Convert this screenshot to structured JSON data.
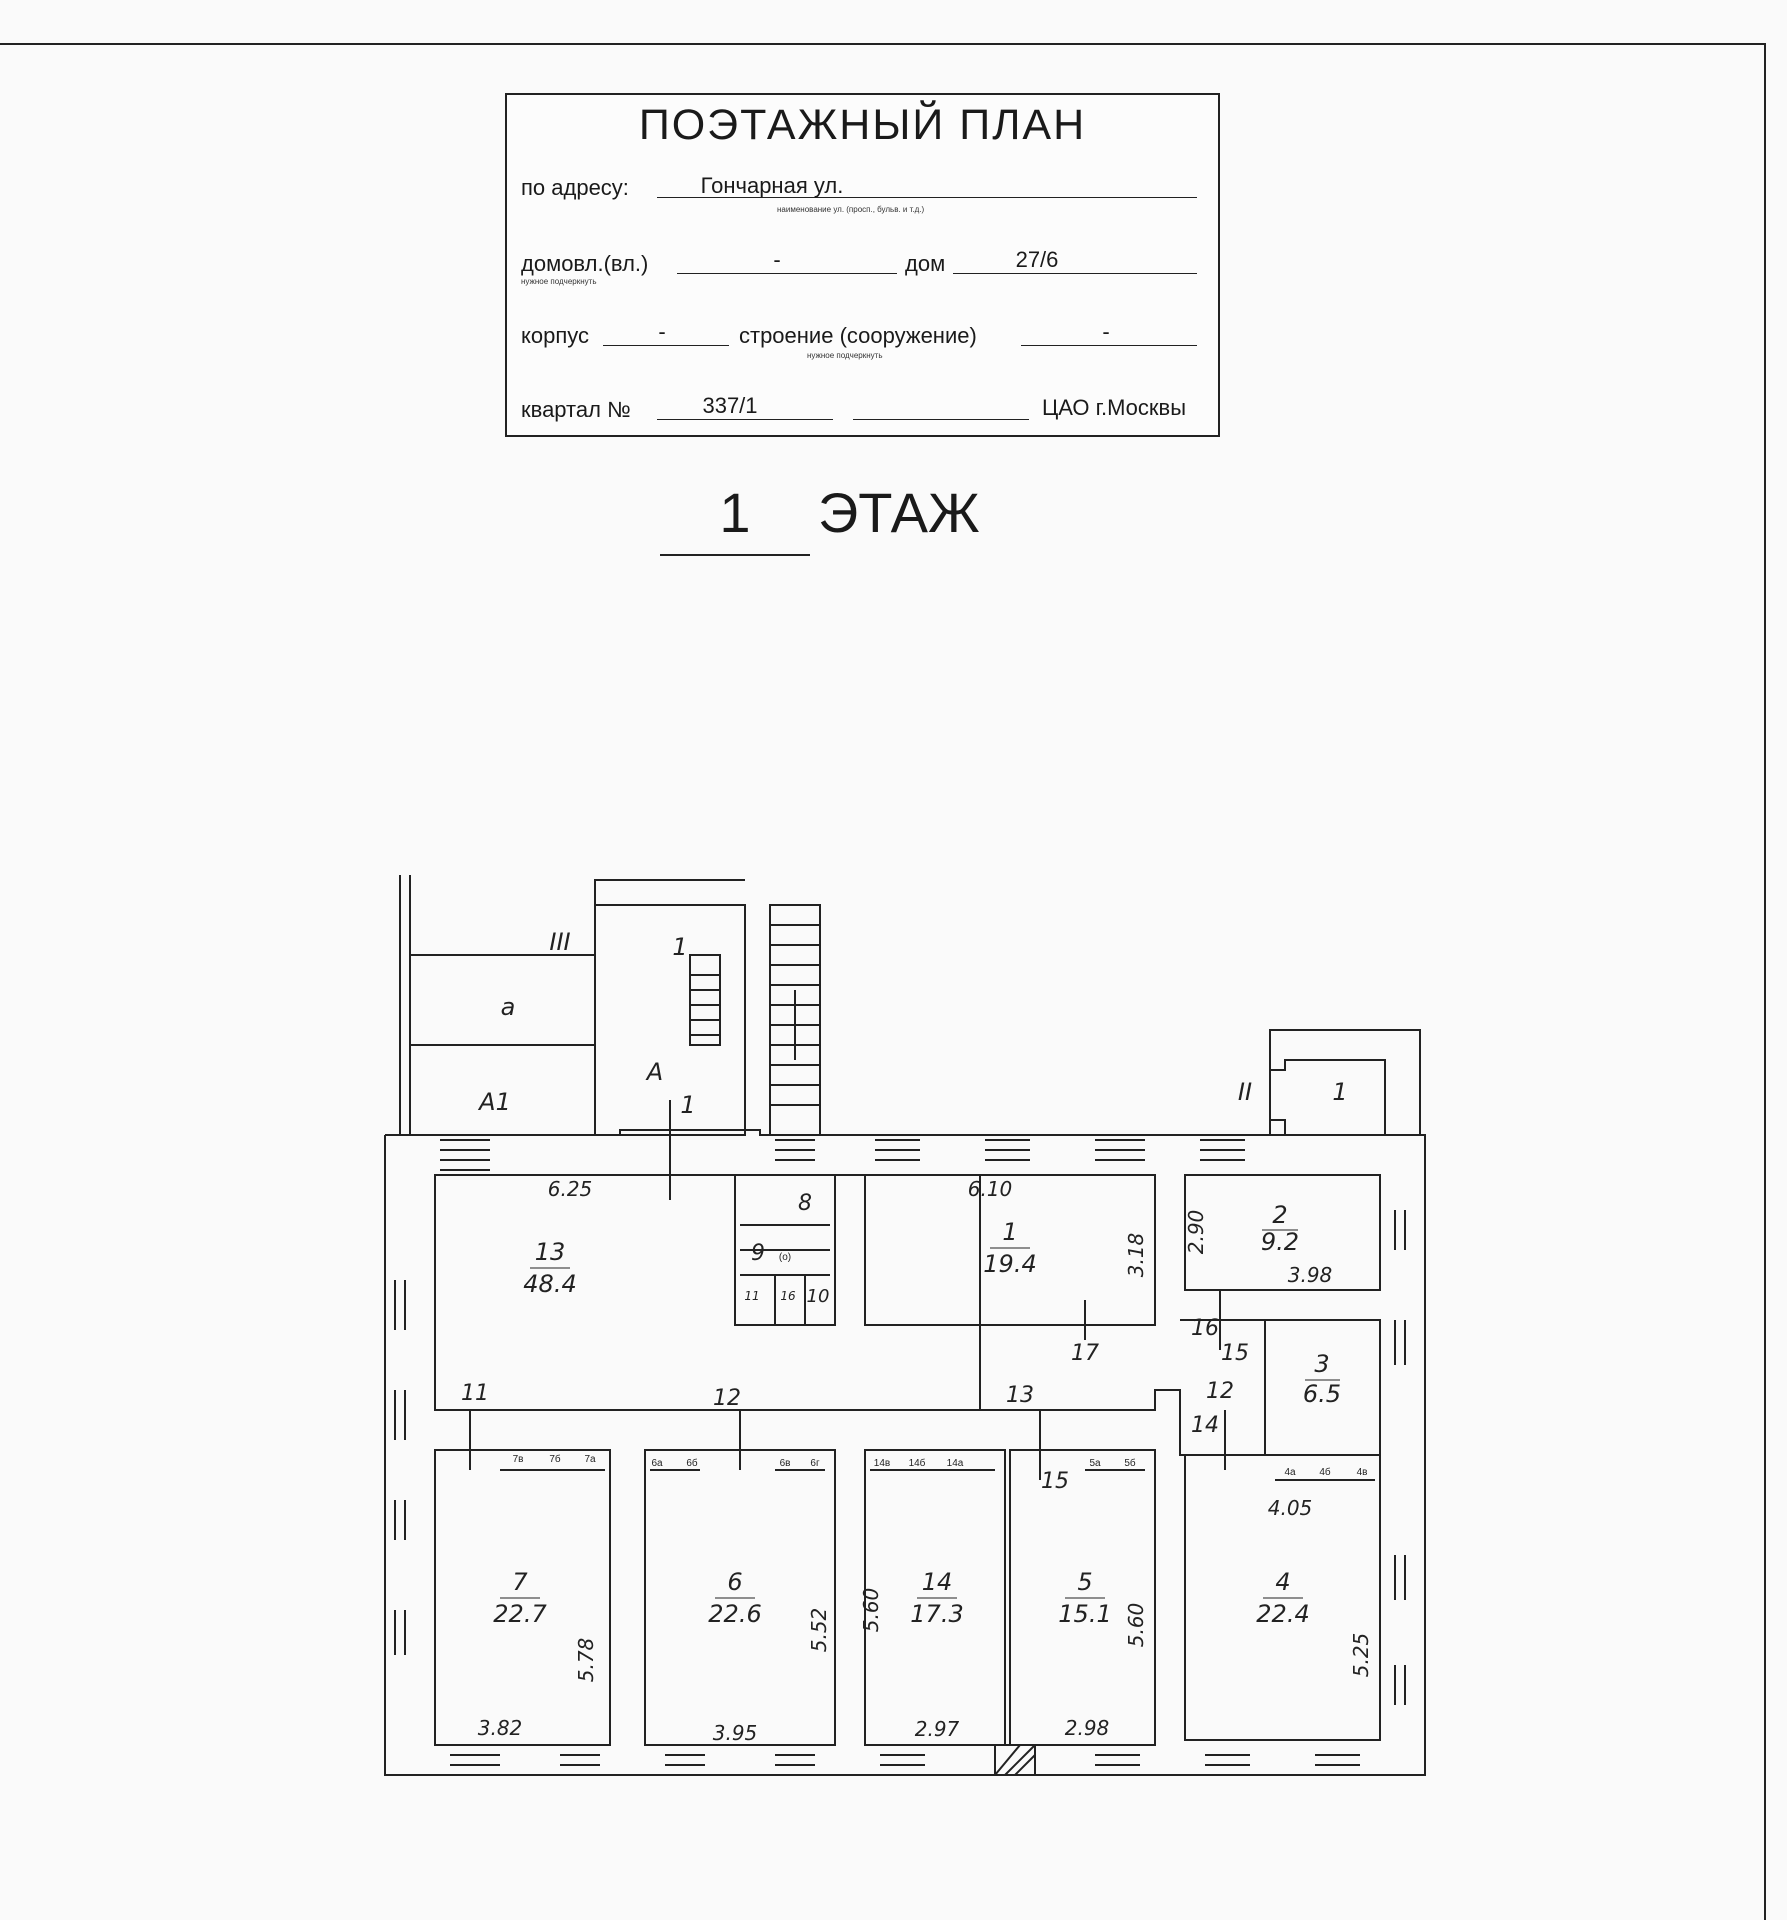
{
  "stamp": {
    "title": "ПОЭТАЖНЫЙ ПЛАН",
    "address_label": "по адресу:",
    "address_value": "Гончарная ул.",
    "address_hint": "наименование ул. (просп., бульв. и т.д.)",
    "domovl_label": "домовл.(вл.)",
    "domovl_value": "-",
    "domovl_hint": "нужное подчеркнуть",
    "dom_label": "дом",
    "dom_value": "27/6",
    "korpus_label": "корпус",
    "korpus_value": "-",
    "stroenie_label": "строение (сооружение)",
    "stroenie_value": "-",
    "stroenie_hint": "нужное подчеркнуть",
    "kvartal_label": "квартал №",
    "kvartal_value": "337/1",
    "district": "ЦАО г.Москвы"
  },
  "floor": {
    "number": "1",
    "label": "ЭТАЖ"
  },
  "plan": {
    "rooms": [
      {
        "id": "13",
        "area": "48.4"
      },
      {
        "id": "1",
        "area": "19.4"
      },
      {
        "id": "2",
        "area": "9.2"
      },
      {
        "id": "3",
        "area": "6.5"
      },
      {
        "id": "7",
        "area": "22.7"
      },
      {
        "id": "6",
        "area": "22.6"
      },
      {
        "id": "14",
        "area": "17.3"
      },
      {
        "id": "5",
        "area": "15.1"
      },
      {
        "id": "4",
        "area": "22.4"
      }
    ],
    "dimensions": [
      "6.25",
      "6.10",
      "3.18",
      "2.90",
      "3.98",
      "4.05",
      "5.78",
      "5.52",
      "5.60",
      "5.60",
      "5.25",
      "3.82",
      "3.95",
      "2.97",
      "2.98"
    ],
    "small_labels": [
      "8",
      "9",
      "11",
      "16",
      "10",
      "17",
      "16",
      "15",
      "12",
      "14",
      "11",
      "12",
      "13",
      "15"
    ],
    "annex_labels": [
      "III",
      "1",
      "а",
      "А",
      "А1",
      "1",
      "II",
      "1"
    ],
    "tiny_labels": [
      "7в",
      "7б",
      "7а",
      "6а",
      "6б",
      "6в",
      "6г",
      "14в",
      "14б",
      "14а",
      "5а",
      "5б",
      "4а",
      "4б",
      "4в",
      "(о)"
    ]
  }
}
